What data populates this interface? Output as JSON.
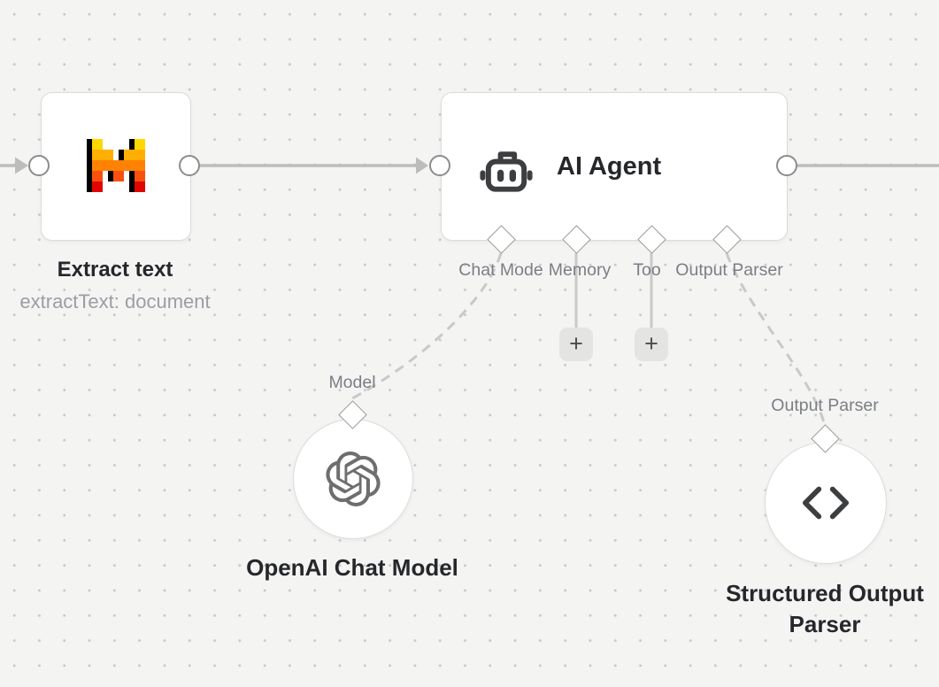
{
  "canvas": {
    "background_color": "#f4f4f3",
    "dot_color": "#c9c9c9"
  },
  "nodes": {
    "extract_text": {
      "title": "Extract text",
      "subtitle": "extractText: document",
      "icon": "mistral-m-logo"
    },
    "ai_agent": {
      "title": "AI Agent",
      "icon": "robot-icon",
      "input_ports": [
        {
          "name": "chat-model",
          "label": "Chat Mode"
        },
        {
          "name": "memory",
          "label": "Memory"
        },
        {
          "name": "tool",
          "label": "Too"
        },
        {
          "name": "output-parser",
          "label": "Output Parser"
        }
      ]
    },
    "openai_chat_model": {
      "title": "OpenAI Chat Model",
      "port_label": "Model",
      "icon": "openai-logo"
    },
    "structured_output_parser": {
      "title": "Structured Output Parser",
      "port_label": "Output Parser",
      "icon": "code-brackets-icon"
    }
  },
  "buttons": {
    "add_label": "+"
  },
  "colors": {
    "edge_color": "#bdbdbd",
    "dash_color": "#c9c9c9",
    "icon_dark": "#3d3e40",
    "openai_gray": "#6e6e6e",
    "mistral_yellow": "#FFD800",
    "mistral_amber": "#FFAF00",
    "mistral_orange": "#FF8205",
    "mistral_vermilion": "#FA500F",
    "mistral_red": "#E10500",
    "mistral_black": "#000000"
  }
}
